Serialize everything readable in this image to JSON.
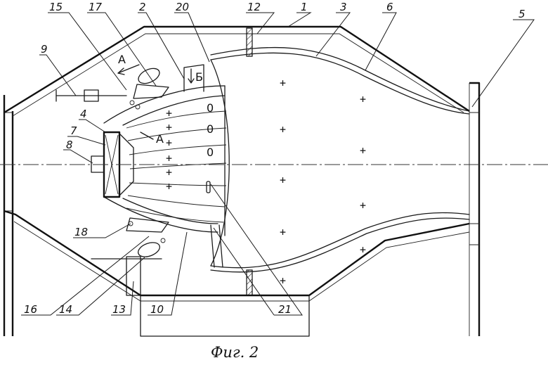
{
  "figure": {
    "caption": "Фиг. 2",
    "callouts": [
      "15",
      "17",
      "2",
      "20",
      "12",
      "1",
      "3",
      "6",
      "5",
      "9",
      "4",
      "7",
      "8",
      "18",
      "16",
      "14",
      "13",
      "10",
      "21"
    ],
    "section_marks": [
      "А",
      "Б",
      "А"
    ],
    "cell_marks": [
      "0",
      "0",
      "0"
    ]
  }
}
